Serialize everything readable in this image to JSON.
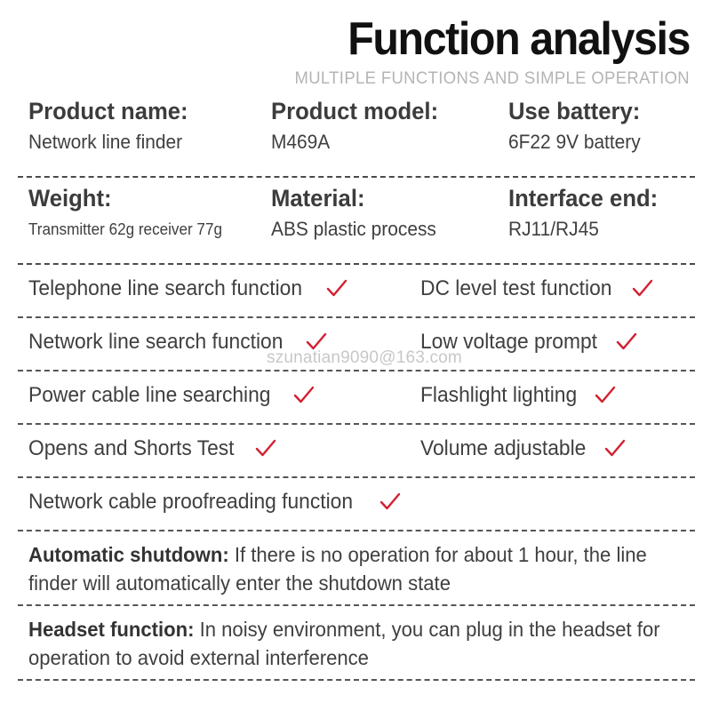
{
  "header": {
    "title": "Function analysis",
    "subtitle": "MULTIPLE FUNCTIONS AND SIMPLE OPERATION"
  },
  "specs": [
    {
      "columns": [
        {
          "label": "Product name:",
          "value": "Network line finder"
        },
        {
          "label": "Product model:",
          "value": "M469A"
        },
        {
          "label": "Use battery:",
          "value": "6F22 9V battery"
        }
      ]
    },
    {
      "columns": [
        {
          "label": "Weight:",
          "value": "Transmitter 62g receiver 77g"
        },
        {
          "label": "Material:",
          "value": "ABS plastic process"
        },
        {
          "label": "Interface end:",
          "value": "RJ11/RJ45"
        }
      ]
    }
  ],
  "features": [
    {
      "left": {
        "text": "Telephone line search function",
        "check": "check-icon"
      },
      "right": {
        "text": "DC level test function",
        "check": "check-icon"
      }
    },
    {
      "left": {
        "text": "Network line search function",
        "check": "check-icon"
      },
      "right": {
        "text": "Low voltage prompt",
        "check": "check-icon"
      }
    },
    {
      "left": {
        "text": "Power cable line searching",
        "check": "check-icon"
      },
      "right": {
        "text": "Flashlight lighting",
        "check": "check-icon"
      }
    },
    {
      "left": {
        "text": "Opens and Shorts Test",
        "check": "check-icon"
      },
      "right": {
        "text": "Volume adjustable",
        "check": "check-icon"
      }
    },
    {
      "left": {
        "text": "Network cable proofreading function",
        "check": "check-icon"
      },
      "right": null
    }
  ],
  "paragraphs": [
    {
      "label": "Automatic shutdown:",
      "text": " If there is no operation for about 1 hour, the line finder will automatically enter the shutdown state"
    },
    {
      "label": "Headset function:",
      "text": " In noisy environment, you can plug in the headset for operation to avoid external interference"
    }
  ],
  "watermark": {
    "text": "szunatian9090@163.com"
  },
  "colors": {
    "check": "#d32030",
    "title": "#111111",
    "subtitle": "#b4b4b4",
    "body": "#3f3f3f",
    "rule": "#4a4a4a",
    "background": "#ffffff"
  }
}
